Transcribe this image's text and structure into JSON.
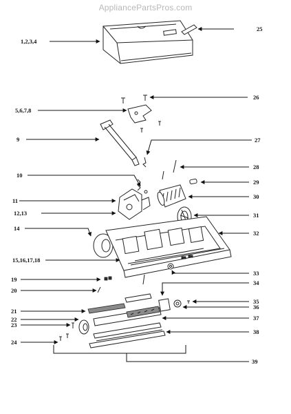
{
  "header": {
    "watermark": "AppliancePartsPros.com"
  },
  "diagram": {
    "callouts": [
      {
        "id": "c-1-2-3-4",
        "label": "1,2,3,4"
      },
      {
        "id": "c-25",
        "label": "25"
      },
      {
        "id": "c-26",
        "label": "26"
      },
      {
        "id": "c-5-6-7-8",
        "label": "5,6,7,8"
      },
      {
        "id": "c-9",
        "label": "9"
      },
      {
        "id": "c-27",
        "label": "27"
      },
      {
        "id": "c-28",
        "label": "28"
      },
      {
        "id": "c-10",
        "label": "10"
      },
      {
        "id": "c-29",
        "label": "29"
      },
      {
        "id": "c-11",
        "label": "11"
      },
      {
        "id": "c-30",
        "label": "30"
      },
      {
        "id": "c-12-13",
        "label": "12,13"
      },
      {
        "id": "c-31",
        "label": "31"
      },
      {
        "id": "c-14",
        "label": "14"
      },
      {
        "id": "c-32",
        "label": "32"
      },
      {
        "id": "c-15-16-17-18",
        "label": "15,16,17,18"
      },
      {
        "id": "c-33",
        "label": "33"
      },
      {
        "id": "c-19",
        "label": "19"
      },
      {
        "id": "c-34",
        "label": "34"
      },
      {
        "id": "c-20",
        "label": "20"
      },
      {
        "id": "c-35",
        "label": "35"
      },
      {
        "id": "c-36",
        "label": "36"
      },
      {
        "id": "c-21",
        "label": "21"
      },
      {
        "id": "c-37",
        "label": "37"
      },
      {
        "id": "c-22",
        "label": "22"
      },
      {
        "id": "c-23",
        "label": "23"
      },
      {
        "id": "c-38",
        "label": "38"
      },
      {
        "id": "c-24",
        "label": "24"
      },
      {
        "id": "c-39",
        "label": "39"
      }
    ]
  }
}
